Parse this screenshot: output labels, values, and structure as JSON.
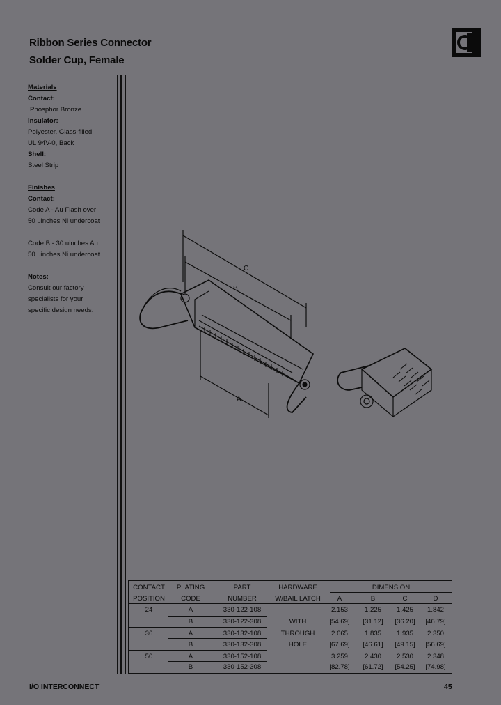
{
  "header": {
    "title_line1": "Ribbon Series Connector",
    "title_line2": "Solder Cup, Female"
  },
  "sidebar": {
    "materials_heading": "Materials",
    "contact_label": "Contact:",
    "contact_value": "Phosphor Bronze",
    "insulator_label": "Insulator:",
    "insulator_line1": "Polyester, Glass-filled",
    "insulator_line2": "UL 94V-0, Back",
    "shell_label": "Shell:",
    "shell_value": "Steel Strip",
    "finishes_heading": "Finishes",
    "finish_contact_label": "Contact:",
    "finish_a_line1": "Code A - Au Flash over",
    "finish_a_line2": "50 uinches Ni undercoat",
    "finish_b_line1": "Code B - 30 uinches Au",
    "finish_b_line2": "50 uinches Ni undercoat",
    "notes_label": "Notes:",
    "notes_line1": "Consult our factory",
    "notes_line2": "specialists for your",
    "notes_line3": "specific design needs."
  },
  "drawing": {
    "dim_c": "C",
    "dim_b": "B",
    "dim_a": "A"
  },
  "table": {
    "headers_row1": [
      "CONTACT",
      "PLATING",
      "PART",
      "HARDWARE",
      "DIMENSION"
    ],
    "headers_row2": [
      "POSITION",
      "CODE",
      "NUMBER",
      "W/BAIL LATCH",
      "A",
      "B",
      "C",
      "D"
    ],
    "hardware_lines": [
      "WITH",
      "THROUGH",
      "HOLE"
    ],
    "rows": [
      {
        "position": "24",
        "code": "A",
        "part": "330-122-108",
        "a": "2.153",
        "b": "1.225",
        "c": "1.425",
        "d": "1.842"
      },
      {
        "position": "",
        "code": "B",
        "part": "330-122-308",
        "a": "[54.69]",
        "b": "[31.12]",
        "c": "[36.20]",
        "d": "[46.79]"
      },
      {
        "position": "36",
        "code": "A",
        "part": "330-132-108",
        "a": "2.665",
        "b": "1.835",
        "c": "1.935",
        "d": "2.350"
      },
      {
        "position": "",
        "code": "B",
        "part": "330-132-308",
        "a": "[67.69]",
        "b": "[46.61]",
        "c": "[49.15]",
        "d": "[56.69]"
      },
      {
        "position": "50",
        "code": "A",
        "part": "330-152-108",
        "a": "3.259",
        "b": "2.430",
        "c": "2.530",
        "d": "2.348"
      },
      {
        "position": "",
        "code": "B",
        "part": "330-152-308",
        "a": "[82.78]",
        "b": "[61.72]",
        "c": "[54.25]",
        "d": "[74.98]"
      }
    ]
  },
  "footer": {
    "left": "I/O INTERCONNECT",
    "page": "45"
  }
}
